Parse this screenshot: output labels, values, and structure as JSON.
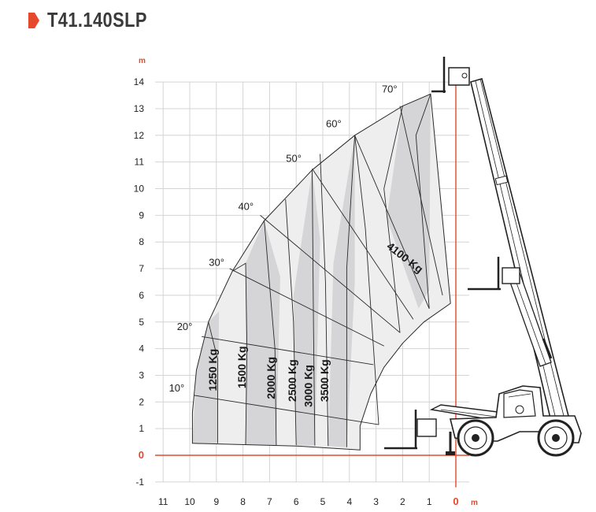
{
  "header": {
    "title": "T41.140SLP"
  },
  "colors": {
    "accent": "#e5482a",
    "grid": "#d4d4d4",
    "zone_dark": "#d5d5d8",
    "zone_light": "#eeeeef",
    "line": "#2a2a2a"
  },
  "icons": {
    "title_marker": "red-pentagon-marker",
    "machine": "telehandler-icon"
  },
  "chart_data": {
    "type": "load-chart",
    "x": {
      "ticks": [
        "11",
        "10",
        "9",
        "8",
        "7",
        "6",
        "5",
        "4",
        "3",
        "2",
        "1",
        "0"
      ],
      "unit": "m",
      "range": [
        11,
        0
      ],
      "reversed": true
    },
    "y": {
      "ticks": [
        "-1",
        "0",
        "1",
        "2",
        "3",
        "4",
        "5",
        "6",
        "7",
        "8",
        "9",
        "10",
        "11",
        "12",
        "13",
        "14"
      ],
      "unit": "m",
      "range": [
        -1,
        14
      ]
    },
    "grid": true,
    "boom_angles": [
      {
        "label": "10°",
        "deg": 10
      },
      {
        "label": "20°",
        "deg": 20
      },
      {
        "label": "30°",
        "deg": 30
      },
      {
        "label": "40°",
        "deg": 40
      },
      {
        "label": "50°",
        "deg": 50
      },
      {
        "label": "60°",
        "deg": 60
      },
      {
        "label": "70°",
        "deg": 70
      }
    ],
    "load_zones": [
      {
        "label": "1250 Kg",
        "x": 9.0,
        "y": 3.2
      },
      {
        "label": "1500 Kg",
        "x": 7.9,
        "y": 3.3
      },
      {
        "label": "2000 Kg",
        "x": 6.8,
        "y": 2.9
      },
      {
        "label": "2500 Kg",
        "x": 6.0,
        "y": 2.8
      },
      {
        "label": "3000 Kg",
        "x": 5.4,
        "y": 2.6
      },
      {
        "label": "3500 Kg",
        "x": 4.8,
        "y": 2.8
      },
      {
        "label": "4100 Kg",
        "x": 2.0,
        "y": 7.3
      }
    ]
  }
}
